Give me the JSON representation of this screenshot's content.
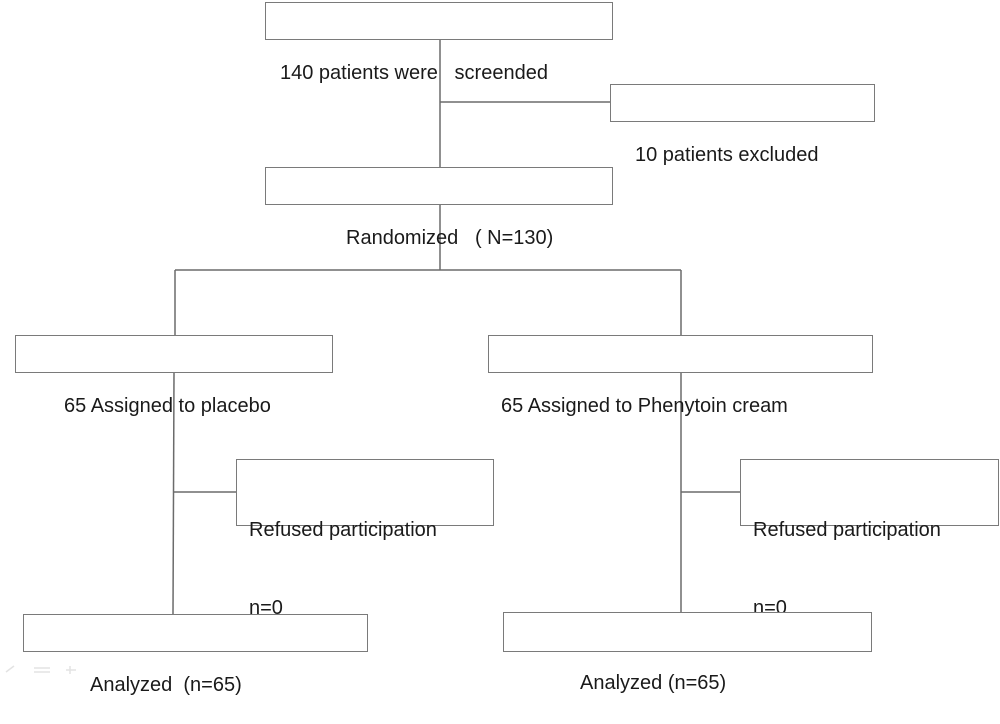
{
  "flowchart": {
    "screened": "140 patients were   screended",
    "excluded": "10 patients excluded",
    "randomized": "Randomized   ( N=130)",
    "arm_left": {
      "assigned": "65 Assigned to placebo",
      "refused_label": "Refused participation",
      "refused_count": "n=0",
      "analyzed": "Analyzed  (n=65)"
    },
    "arm_right": {
      "assigned": "65 Assigned to Phenytoin cream",
      "refused_label": "Refused participation",
      "refused_count": "n=0",
      "analyzed": "Analyzed (n=65)"
    }
  },
  "colors": {
    "line": "#6b6b6b",
    "border": "#7a7a7a",
    "text": "#1a1a1a",
    "background": "#ffffff"
  }
}
